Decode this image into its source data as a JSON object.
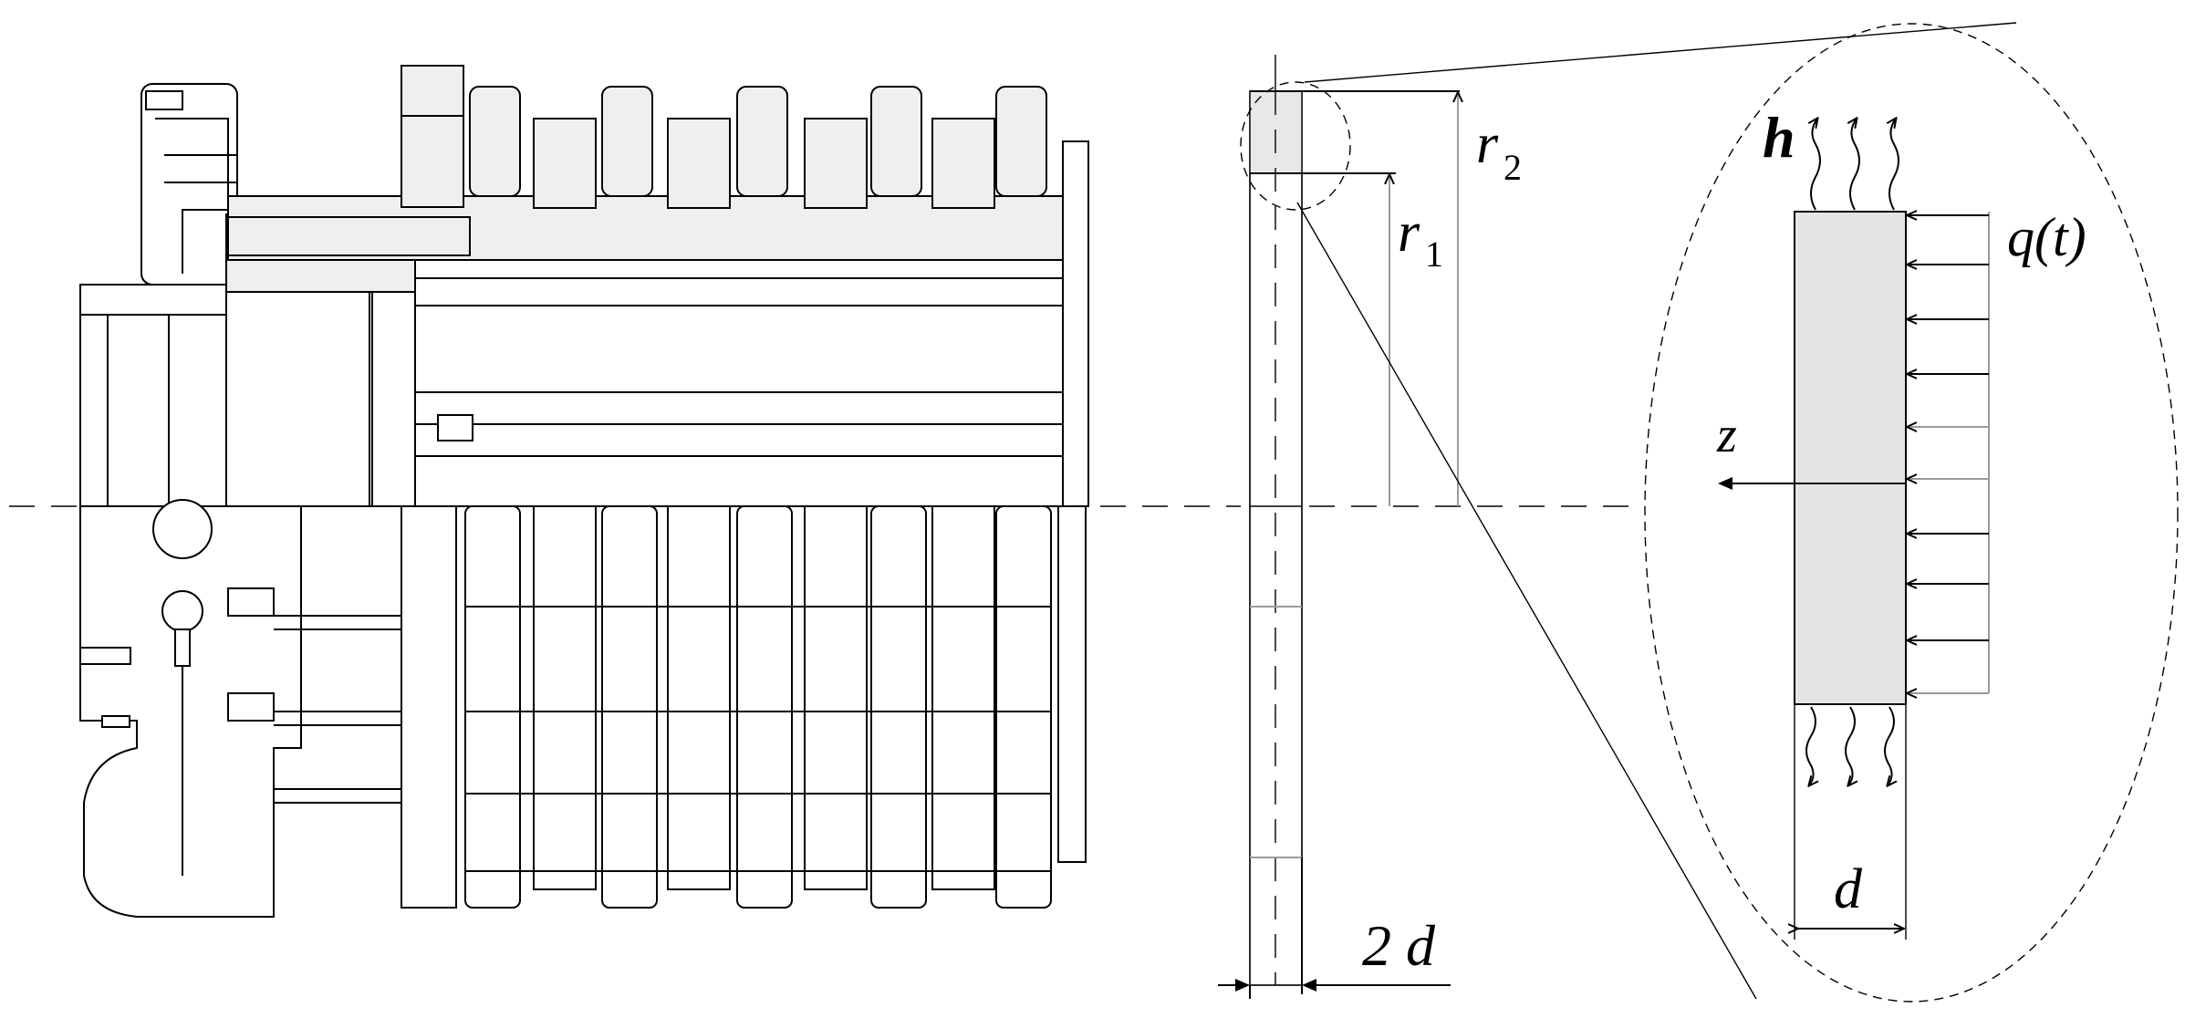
{
  "labels": {
    "r1_main": "r",
    "r1_sub": "1",
    "r2_main": "r",
    "r2_sub": "2",
    "thickness": "2 d",
    "h": "h",
    "q": "q(t)",
    "z": "z",
    "d": "d"
  },
  "colors": {
    "line": "#000000",
    "fill_gray": "#e4e4e4",
    "part_gray": "#efefef"
  }
}
